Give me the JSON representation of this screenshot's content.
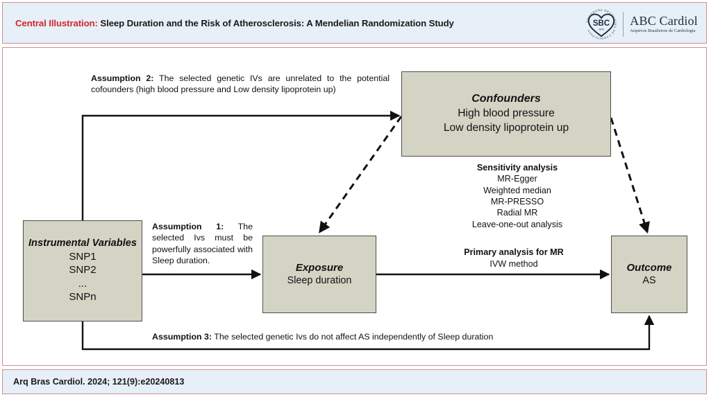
{
  "header": {
    "central_illustration_label": "Central Illustration:",
    "title": "Sleep Duration and the Risk of Atherosclerosis: A Mendelian Randomization Study",
    "logo": {
      "mark_text": "SBC",
      "mark_year": "1943",
      "ring_text": "SOCIEDADE BRASILEIRA DE CARDIOLOGIA",
      "brand": "ABC Cardiol",
      "brand_sub": "Arquivos Brasileiros de Cardiologia"
    }
  },
  "footer": {
    "citation": "Arq Bras Cardiol. 2024; 121(9):e20240813"
  },
  "diagram": {
    "boxes": {
      "instrumental_variables": {
        "title": "Instrumental Variables",
        "lines": [
          "SNP1",
          "SNP2",
          "...",
          "SNPn"
        ]
      },
      "confounders": {
        "title": "Confounders",
        "lines": [
          "High blood pressure",
          "Low density lipoprotein up"
        ]
      },
      "exposure": {
        "title": "Exposure",
        "lines": [
          "Sleep duration"
        ]
      },
      "outcome": {
        "title": "Outcome",
        "lines": [
          "AS"
        ]
      }
    },
    "assumptions": {
      "a1_label": "Assumption 1:",
      "a1_text": " The selected Ivs must be powerfully associated with Sleep duration.",
      "a2_label": "Assumption 2:",
      "a2_text": " The selected genetic IVs are unrelated to the potential cofounders (high blood pressure and Low density lipoprotein up)",
      "a3_label": "Assumption 3:",
      "a3_text": " The selected genetic Ivs do not affect AS independently of Sleep duration"
    },
    "annotations": {
      "sensitivity_heading": "Sensitivity analysis",
      "sensitivity_items": [
        "MR-Egger",
        "Weighted median",
        "MR-PRESSO",
        "Radial MR",
        "Leave-one-out analysis"
      ],
      "primary_heading": "Primary analysis for MR",
      "primary_method": "IVW method"
    }
  },
  "colors": {
    "accent_red": "#d2262b",
    "band_background": "#e7eff8",
    "band_border": "#cf8d93",
    "box_fill": "#d4d4c5",
    "box_stroke": "#4d4d4d",
    "connector": "#111111"
  }
}
